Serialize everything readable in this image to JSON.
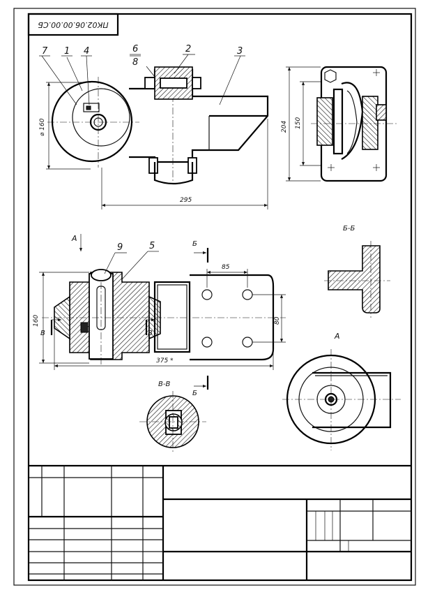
{
  "drawing_code": "ПК02.06.00.00.СБ",
  "callouts": {
    "c1": "1",
    "c2": "2",
    "c3": "3",
    "c4": "4",
    "c5": "5",
    "c6": "6",
    "c7": "7",
    "c8": "8",
    "c9": "9"
  },
  "dimensions": {
    "top_diameter": "⌀ 160",
    "top_length": "295",
    "side_height_outer": "204",
    "side_height_inner": "150",
    "front_height": "160",
    "front_length": "375 *",
    "hole_spacing_h": "85",
    "hole_spacing_v": "80"
  },
  "section_labels": {
    "view_a_arrow": "А",
    "view_a": "А",
    "section_bb_title": "Б-Б",
    "section_vv_title": "В-В",
    "cut_b_top": "Б",
    "cut_b_bottom": "Б",
    "cut_v_left": "В",
    "cut_v_right": "В"
  },
  "colors": {
    "ink": "#111111",
    "paper": "#ffffff"
  }
}
